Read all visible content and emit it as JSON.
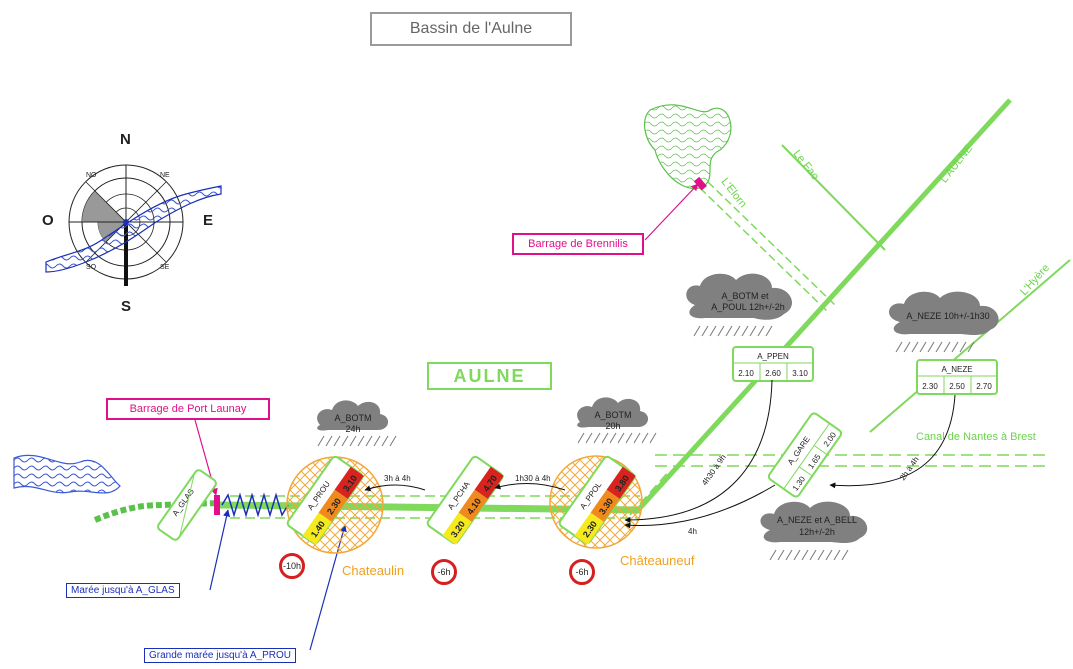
{
  "title": "Bassin de l'Aulne",
  "river_main_label": "AULNE",
  "compass": {
    "n": "N",
    "s": "S",
    "e": "E",
    "o": "O",
    "no": "NO",
    "ne": "NE",
    "so": "SO",
    "se": "SE"
  },
  "dams": {
    "brennilis": "Barrage de Brennilis",
    "port_launay": "Barrage de Port Launay"
  },
  "tides": {
    "maree": "Marée jusqu'à  A_GLAS",
    "grande_maree": "Grande marée jusqu'à  A_PROU"
  },
  "rivers": {
    "le_fao": "Le Fao",
    "aulne": "L'AULNE",
    "elorn": "L'Elorn",
    "hyere": "L'Hyère",
    "canal": "Canal de Nantes à Brest"
  },
  "towns": {
    "chateaulin": "Chateaulin",
    "chateauneuf": "Châteauneuf"
  },
  "stations": {
    "glas": {
      "name": "A_GLAS"
    },
    "prou": {
      "name": "A_PROU",
      "thresholds": [
        "1.40",
        "2.30",
        "3.10"
      ]
    },
    "pcha": {
      "name": "A_PCHA",
      "thresholds": [
        "3.20",
        "4.10",
        "4.70"
      ]
    },
    "ppol": {
      "name": "A_PPOL",
      "thresholds": [
        "2.30",
        "3.30",
        "3.80"
      ]
    },
    "gare": {
      "name": "A_GARE",
      "thresholds": [
        "1.30",
        "1.65",
        "2.00"
      ]
    },
    "ppen": {
      "name": "A_PPEN",
      "thresholds": [
        "2.10",
        "2.60",
        "3.10"
      ]
    },
    "neze": {
      "name": "A_NEZE",
      "thresholds": [
        "2.30",
        "2.50",
        "2.70"
      ]
    }
  },
  "clouds": {
    "c1": "A_BOTM 24h",
    "c2": "A_BOTM 20h",
    "c3_l1": "A_BOTM et",
    "c3_l2": "A_POUL  12h+/-2h",
    "c4": "A_NEZE 10h+/-1h30",
    "c5_l1": "A_NEZE et A_BELL",
    "c5_l2": "12h+/-2h"
  },
  "travel_times": {
    "t1": "3h à 4h",
    "t2": "1h30 à 4h",
    "t3": "4h30 à 9h",
    "t4": "4h",
    "t5": "2h à 4h"
  },
  "timers": {
    "prou": "-10h",
    "pcha": "-6h",
    "ppol": "-6h"
  },
  "colors": {
    "river_green": "#7fd95c",
    "dam_pink": "#e0108a",
    "tide_blue": "#1a2fb8",
    "level_yellow": "#f4ea1e",
    "level_orange": "#f08a1e",
    "level_red": "#d8231e",
    "town_orange": "#f0a020"
  }
}
